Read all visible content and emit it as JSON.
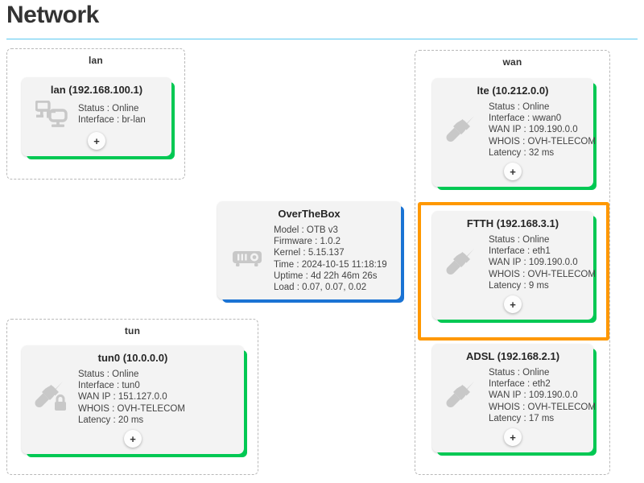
{
  "header": {
    "title": "Network",
    "rule_color": "#5bc8f0"
  },
  "colors": {
    "status_online_shadow": "#00c853",
    "device_shadow": "#1a73d4",
    "selection_border": "#ff9800",
    "card_background": "#f3f3f3",
    "group_border": "#b9b9b9"
  },
  "groups": {
    "lan": {
      "label": "lan"
    },
    "wan": {
      "label": "wan"
    },
    "tun": {
      "label": "tun"
    }
  },
  "add_button_label": "+",
  "cards": {
    "lan": {
      "title": "lan (192.168.100.1)",
      "icon": "network-computers-icon",
      "shadow": "green",
      "lines": [
        "Status : Online",
        "Interface : br-lan"
      ]
    },
    "otb": {
      "title": "OverTheBox",
      "icon": "device-box-icon",
      "shadow": "blue",
      "lines": [
        "Model : OTB v3",
        "Firmware : 1.0.2",
        "Kernel : 5.15.137",
        "Time : 2024-10-15 11:18:19",
        "Uptime : 4d 22h 46m 26s",
        "Load : 0.07, 0.07, 0.02"
      ]
    },
    "tun0": {
      "title": "tun0 (10.0.0.0)",
      "icon": "plug-lock-icon",
      "shadow": "green",
      "lines": [
        "Status : Online",
        "Interface : tun0",
        "WAN IP : 151.127.0.0",
        "WHOIS : OVH-TELECOM",
        "Latency : 20 ms"
      ]
    },
    "lte": {
      "title": "lte (10.212.0.0)",
      "icon": "plug-icon",
      "shadow": "green",
      "lines": [
        "Status : Online",
        "Interface : wwan0",
        "WAN IP : 109.190.0.0",
        "WHOIS : OVH-TELECOM",
        "Latency : 32 ms"
      ]
    },
    "ftth": {
      "title": "FTTH (192.168.3.1)",
      "icon": "plug-icon",
      "shadow": "green",
      "selected": true,
      "lines": [
        "Status : Online",
        "Interface : eth1",
        "WAN IP : 109.190.0.0",
        "WHOIS : OVH-TELECOM",
        "Latency : 9 ms"
      ]
    },
    "adsl": {
      "title": "ADSL (192.168.2.1)",
      "icon": "plug-icon",
      "shadow": "green",
      "lines": [
        "Status : Online",
        "Interface : eth2",
        "WAN IP : 109.190.0.0",
        "WHOIS : OVH-TELECOM",
        "Latency : 17 ms"
      ]
    }
  }
}
